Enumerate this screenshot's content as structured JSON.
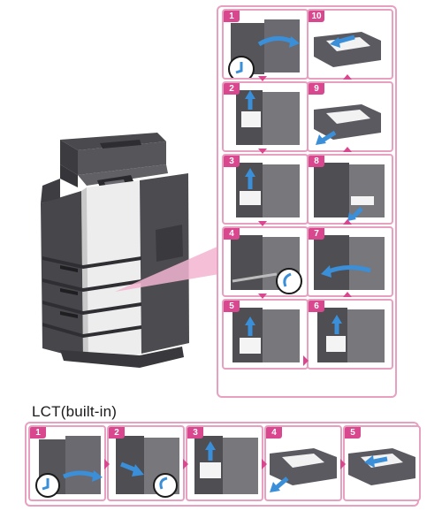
{
  "colors": {
    "accent": "#d9478f",
    "frame": "#e8a0c0",
    "arrow": "#3a8fd8",
    "callout": "#f2b4d0"
  },
  "main_illustration": {
    "name": "printer-with-lct-tray"
  },
  "steps": [
    {
      "num": "1"
    },
    {
      "num": "2"
    },
    {
      "num": "3"
    },
    {
      "num": "4"
    },
    {
      "num": "5"
    },
    {
      "num": "6"
    },
    {
      "num": "7"
    },
    {
      "num": "8"
    },
    {
      "num": "9"
    },
    {
      "num": "10"
    }
  ],
  "section": {
    "title": "LCT(built-in)"
  },
  "lct_steps": [
    {
      "num": "1"
    },
    {
      "num": "2"
    },
    {
      "num": "3"
    },
    {
      "num": "4"
    },
    {
      "num": "5"
    }
  ]
}
